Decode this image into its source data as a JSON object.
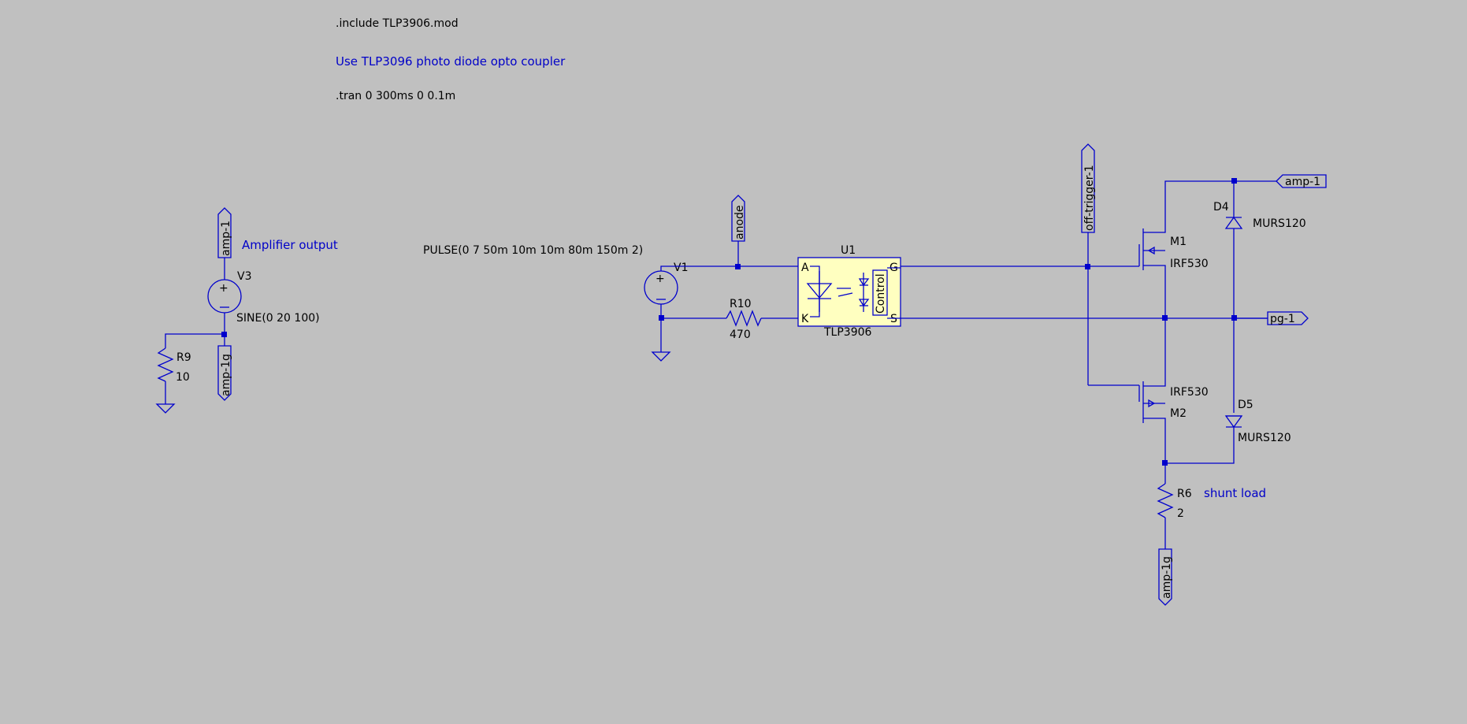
{
  "directives": {
    "include": ".include TLP3906.mod",
    "comment": "Use TLP3096 photo diode opto coupler",
    "tran": ".tran 0 300ms 0 0.1m"
  },
  "left_circuit": {
    "net_top": "amp-1",
    "comment": "Amplifier output",
    "source_name": "V3",
    "source_value": "SINE(0 20 100)",
    "resistor_name": "R9",
    "resistor_value": "10",
    "net_bottom": "amp-1g"
  },
  "driver_circuit": {
    "pulse_value": "PULSE(0 7 50m 10m 10m 80m 150m 2)",
    "source_name": "V1",
    "net_anode": "anode",
    "resistor_name": "R10",
    "resistor_value": "470"
  },
  "optocoupler": {
    "name": "U1",
    "part": "TLP3906",
    "pin_a": "A",
    "pin_k": "K",
    "pin_g": "G",
    "pin_s": "S",
    "inner_label": "Control"
  },
  "switch_circuit": {
    "net_trigger": "off-trigger-1",
    "net_amp": "amp-1",
    "net_pg": "pg-1",
    "m1_name": "M1",
    "m1_part": "IRF530",
    "m2_name": "M2",
    "m2_part": "IRF530",
    "d4_name": "D4",
    "d4_part": "MURS120",
    "d5_name": "D5",
    "d5_part": "MURS120",
    "r6_name": "R6",
    "r6_value": "2",
    "shunt_comment": "shunt load",
    "net_bottom": "amp-1g"
  },
  "colors": {
    "background": "#c0c0c0",
    "wire": "#0000cc",
    "comment": "#0000c8",
    "component_fill": "#ffffc0"
  }
}
